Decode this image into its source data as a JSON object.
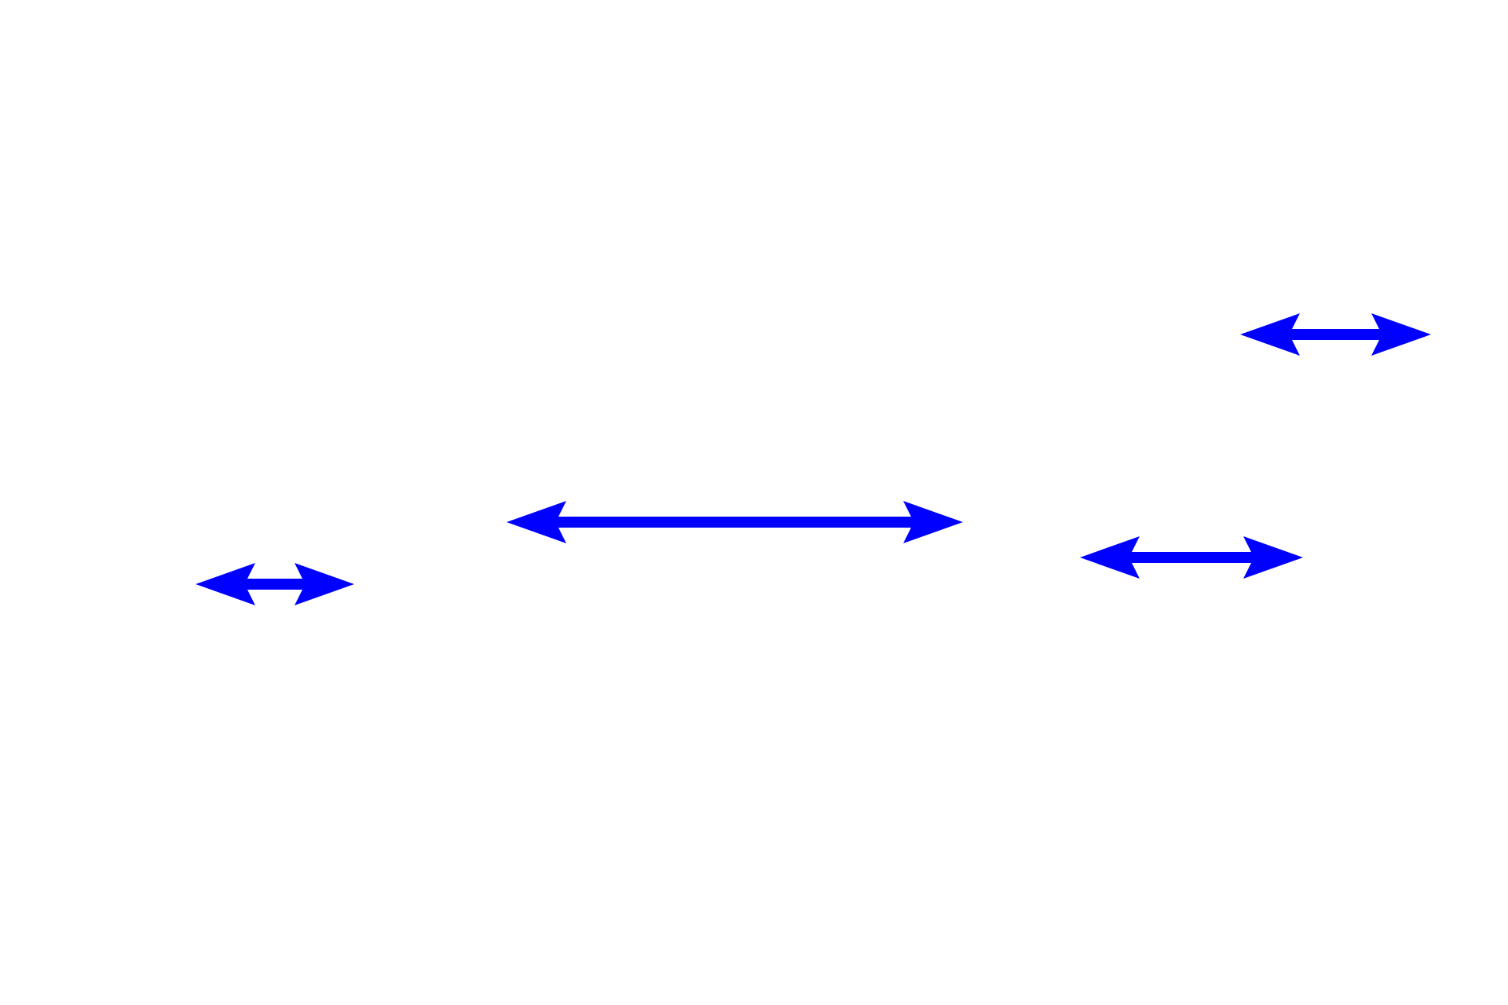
{
  "background_color": "#ffffff",
  "arrow_color": "#0000ff",
  "arrows": [
    {
      "name": "double-arrow-top-right",
      "icon": "double-headed-arrow-icon"
    },
    {
      "name": "double-arrow-center-long",
      "icon": "double-headed-arrow-icon"
    },
    {
      "name": "double-arrow-right-middle",
      "icon": "double-headed-arrow-icon"
    },
    {
      "name": "double-arrow-left-short",
      "icon": "double-headed-arrow-icon"
    }
  ]
}
